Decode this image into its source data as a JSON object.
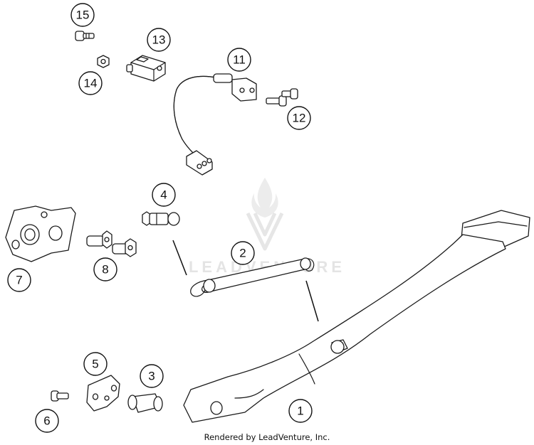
{
  "watermark": {
    "text": "LEADVENTURE"
  },
  "footer": {
    "text": "Rendered by LeadVenture, Inc."
  },
  "callouts": [
    {
      "label": "1"
    },
    {
      "label": "2"
    },
    {
      "label": "3"
    },
    {
      "label": "4"
    },
    {
      "label": "5"
    },
    {
      "label": "6"
    },
    {
      "label": "7"
    },
    {
      "label": "8"
    },
    {
      "label": "11"
    },
    {
      "label": "12"
    },
    {
      "label": "13"
    },
    {
      "label": "14"
    },
    {
      "label": "15"
    }
  ]
}
